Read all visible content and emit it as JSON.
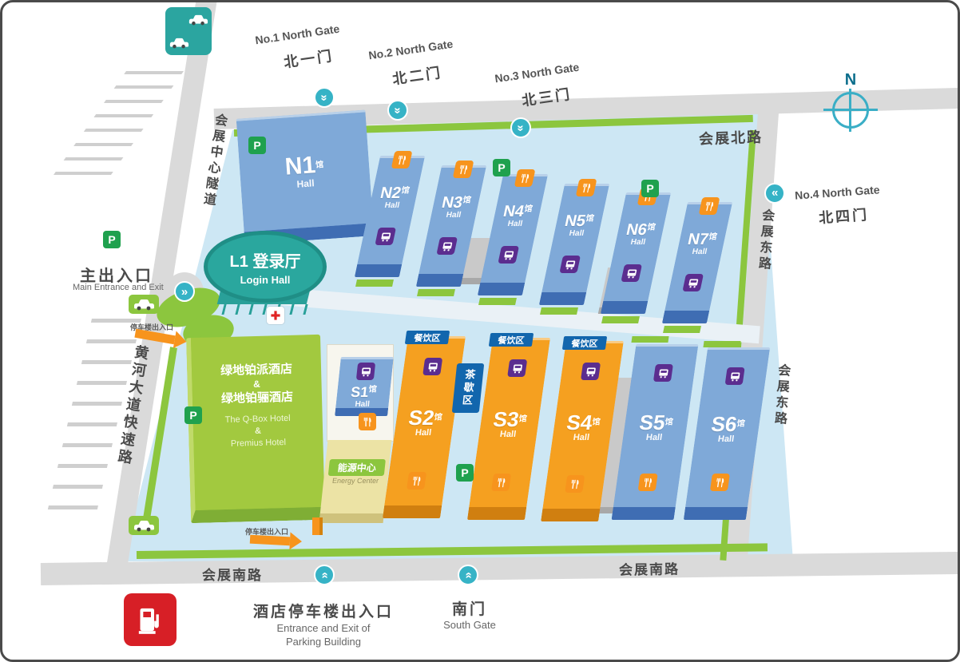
{
  "compass_label": "N",
  "icons": {
    "parking": "P",
    "chevron": "»"
  },
  "colors": {
    "hall_blue": "#7fa9d8",
    "hall_orange": "#f5a020",
    "hotel_green": "#a2c93f",
    "login_teal": "#2aa79e",
    "road_gray": "#dadada",
    "plaza_blue": "#cde7f4",
    "grass_green": "#8cc63e",
    "shuttle_purple": "#5b2d8f",
    "gate_teal": "#36b3c6",
    "fuel_red": "#d71f26",
    "dining_blue": "#1266ad",
    "restaurant_orange": "#f7941d"
  },
  "roads": {
    "north": "会展北路",
    "east": "会展东路",
    "south": "会展南路",
    "tunnel": "会展中心隧道",
    "west": "黄河大道快速路"
  },
  "gates": {
    "north1": {
      "en": "No.1 North Gate",
      "zh": "北一门"
    },
    "north2": {
      "en": "No.2 North Gate",
      "zh": "北二门"
    },
    "north3": {
      "en": "No.3 North Gate",
      "zh": "北三门"
    },
    "north4": {
      "en": "No.4 North Gate",
      "zh": "北四门"
    }
  },
  "south_gate": {
    "zh": "南门",
    "en": "South Gate"
  },
  "halls": {
    "north": [
      {
        "id": "N1",
        "unit": "馆",
        "sub": "Hall"
      },
      {
        "id": "N2",
        "unit": "馆",
        "sub": "Hall"
      },
      {
        "id": "N3",
        "unit": "馆",
        "sub": "Hall"
      },
      {
        "id": "N4",
        "unit": "馆",
        "sub": "Hall"
      },
      {
        "id": "N5",
        "unit": "馆",
        "sub": "Hall"
      },
      {
        "id": "N6",
        "unit": "馆",
        "sub": "Hall"
      },
      {
        "id": "N7",
        "unit": "馆",
        "sub": "Hall"
      }
    ],
    "south": [
      {
        "id": "S1",
        "unit": "馆",
        "sub": "Hall"
      },
      {
        "id": "S2",
        "unit": "馆",
        "sub": "Hall"
      },
      {
        "id": "S3",
        "unit": "馆",
        "sub": "Hall"
      },
      {
        "id": "S4",
        "unit": "馆",
        "sub": "Hall"
      },
      {
        "id": "S5",
        "unit": "馆",
        "sub": "Hall"
      },
      {
        "id": "S6",
        "unit": "馆",
        "sub": "Hall"
      }
    ]
  },
  "login_hall": {
    "title": "L1 登录厅",
    "sub": "Login Hall"
  },
  "hotel": {
    "zh1": "绿地铂派酒店",
    "amp": "&",
    "zh2": "绿地铂骊酒店",
    "en1": "The Q-Box Hotel",
    "amp2": "&",
    "en2": "Premius Hotel"
  },
  "energy_center": {
    "zh": "能源中心",
    "en": "Energy Center"
  },
  "tea_break": "茶歇区",
  "dining_label": "餐饮区",
  "main_entrance": {
    "zh": "主出入口",
    "en": "Main Entrance and Exit"
  },
  "parking_ramp_label": "停车楼出入口",
  "hotel_parking": {
    "zh": "酒店停车楼出入口",
    "en1": "Entrance and Exit of",
    "en2": "Parking Building"
  }
}
